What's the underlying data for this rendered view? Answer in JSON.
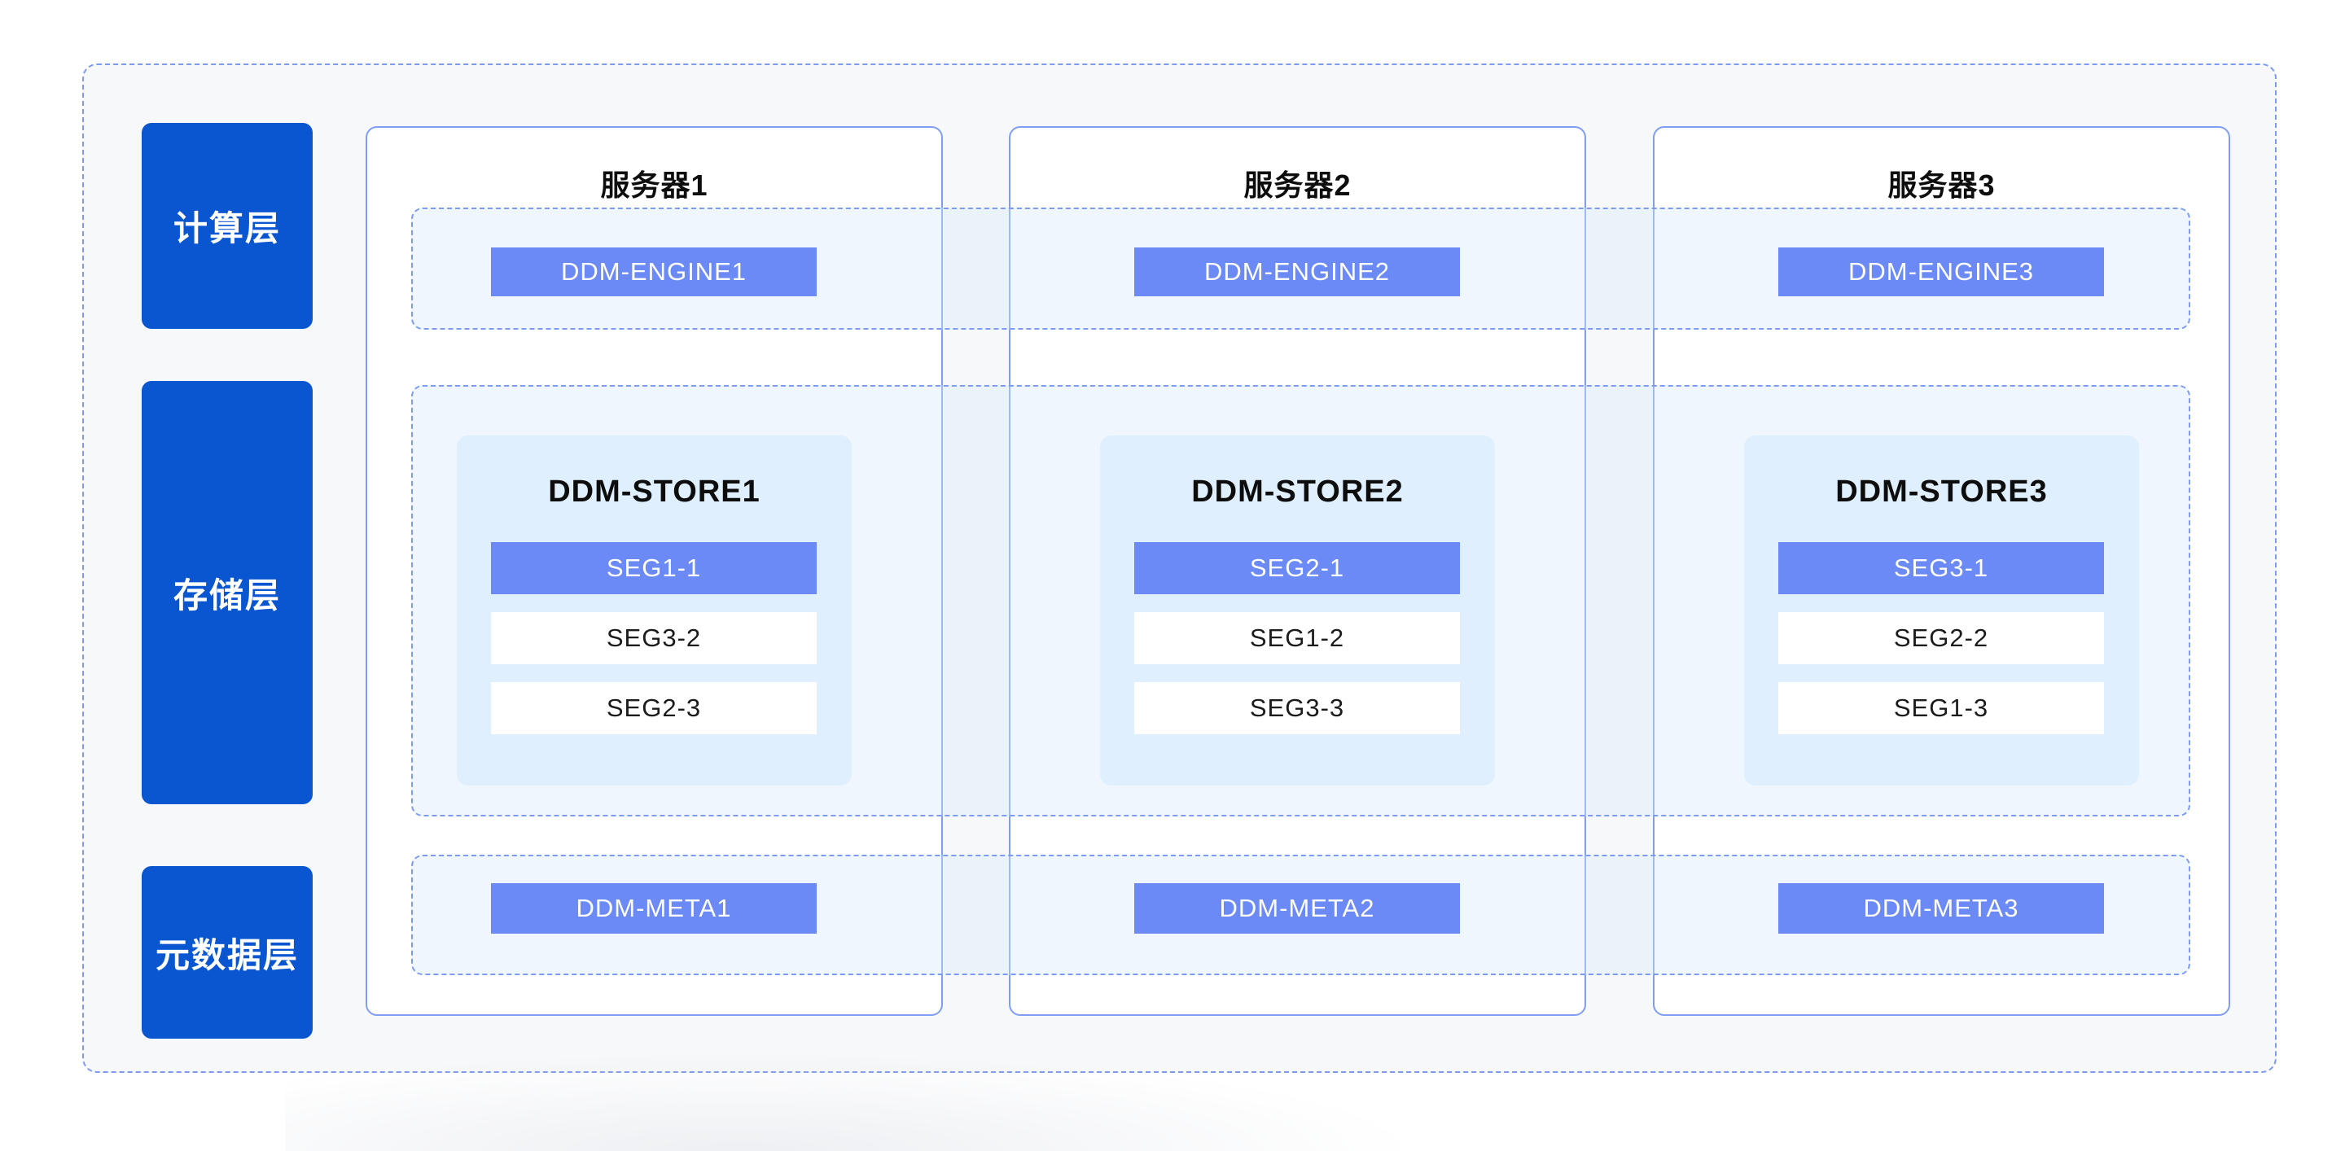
{
  "layers": [
    {
      "label": "计算层"
    },
    {
      "label": "存储层"
    },
    {
      "label": "元数据层"
    }
  ],
  "servers": [
    {
      "title": "服务器1",
      "engine": "DDM-ENGINE1",
      "store": {
        "title": "DDM-STORE1",
        "segments": [
          {
            "label": "SEG1-1",
            "primary": true
          },
          {
            "label": "SEG3-2",
            "primary": false
          },
          {
            "label": "SEG2-3",
            "primary": false
          }
        ]
      },
      "meta": "DDM-META1"
    },
    {
      "title": "服务器2",
      "engine": "DDM-ENGINE2",
      "store": {
        "title": "DDM-STORE2",
        "segments": [
          {
            "label": "SEG2-1",
            "primary": true
          },
          {
            "label": "SEG1-2",
            "primary": false
          },
          {
            "label": "SEG3-3",
            "primary": false
          }
        ]
      },
      "meta": "DDM-META2"
    },
    {
      "title": "服务器3",
      "engine": "DDM-ENGINE3",
      "store": {
        "title": "DDM-STORE3",
        "segments": [
          {
            "label": "SEG3-1",
            "primary": true
          },
          {
            "label": "SEG2-2",
            "primary": false
          },
          {
            "label": "SEG1-3",
            "primary": false
          }
        ]
      },
      "meta": "DDM-META3"
    }
  ],
  "colors": {
    "layer_label_blue": "#0a56d0",
    "node_blue": "#6b8af5",
    "store_card_blue": "#dfeffd",
    "dashed_border": "#7d9bf2",
    "server_border": "#7f9df3",
    "outer_fill": "#f7f8fa"
  }
}
